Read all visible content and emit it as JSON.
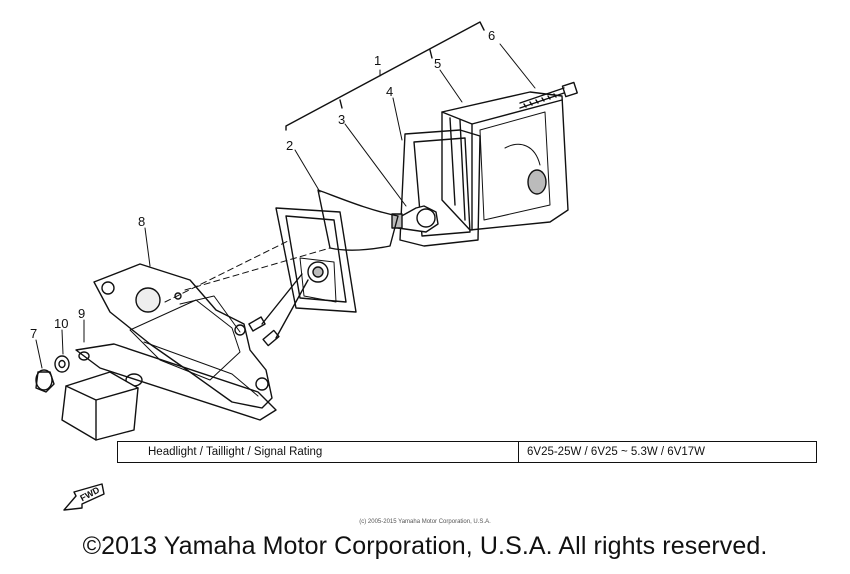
{
  "callouts": [
    {
      "num": "1"
    },
    {
      "num": "2"
    },
    {
      "num": "3"
    },
    {
      "num": "4"
    },
    {
      "num": "5"
    },
    {
      "num": "6"
    },
    {
      "num": "7"
    },
    {
      "num": "8"
    },
    {
      "num": "9"
    },
    {
      "num": "10"
    }
  ],
  "spec": {
    "label": "Headlight / Taillight / Signal Rating",
    "value": "6V25-25W / 6V25 ~ 5.3W / 6V17W"
  },
  "fwd_label": "FWD",
  "fine_print": "(c) 2005-2015 Yamaha Motor Corporation, U.S.A.",
  "copyright": "©2013 Yamaha Motor Corporation, U.S.A. All rights reserved."
}
